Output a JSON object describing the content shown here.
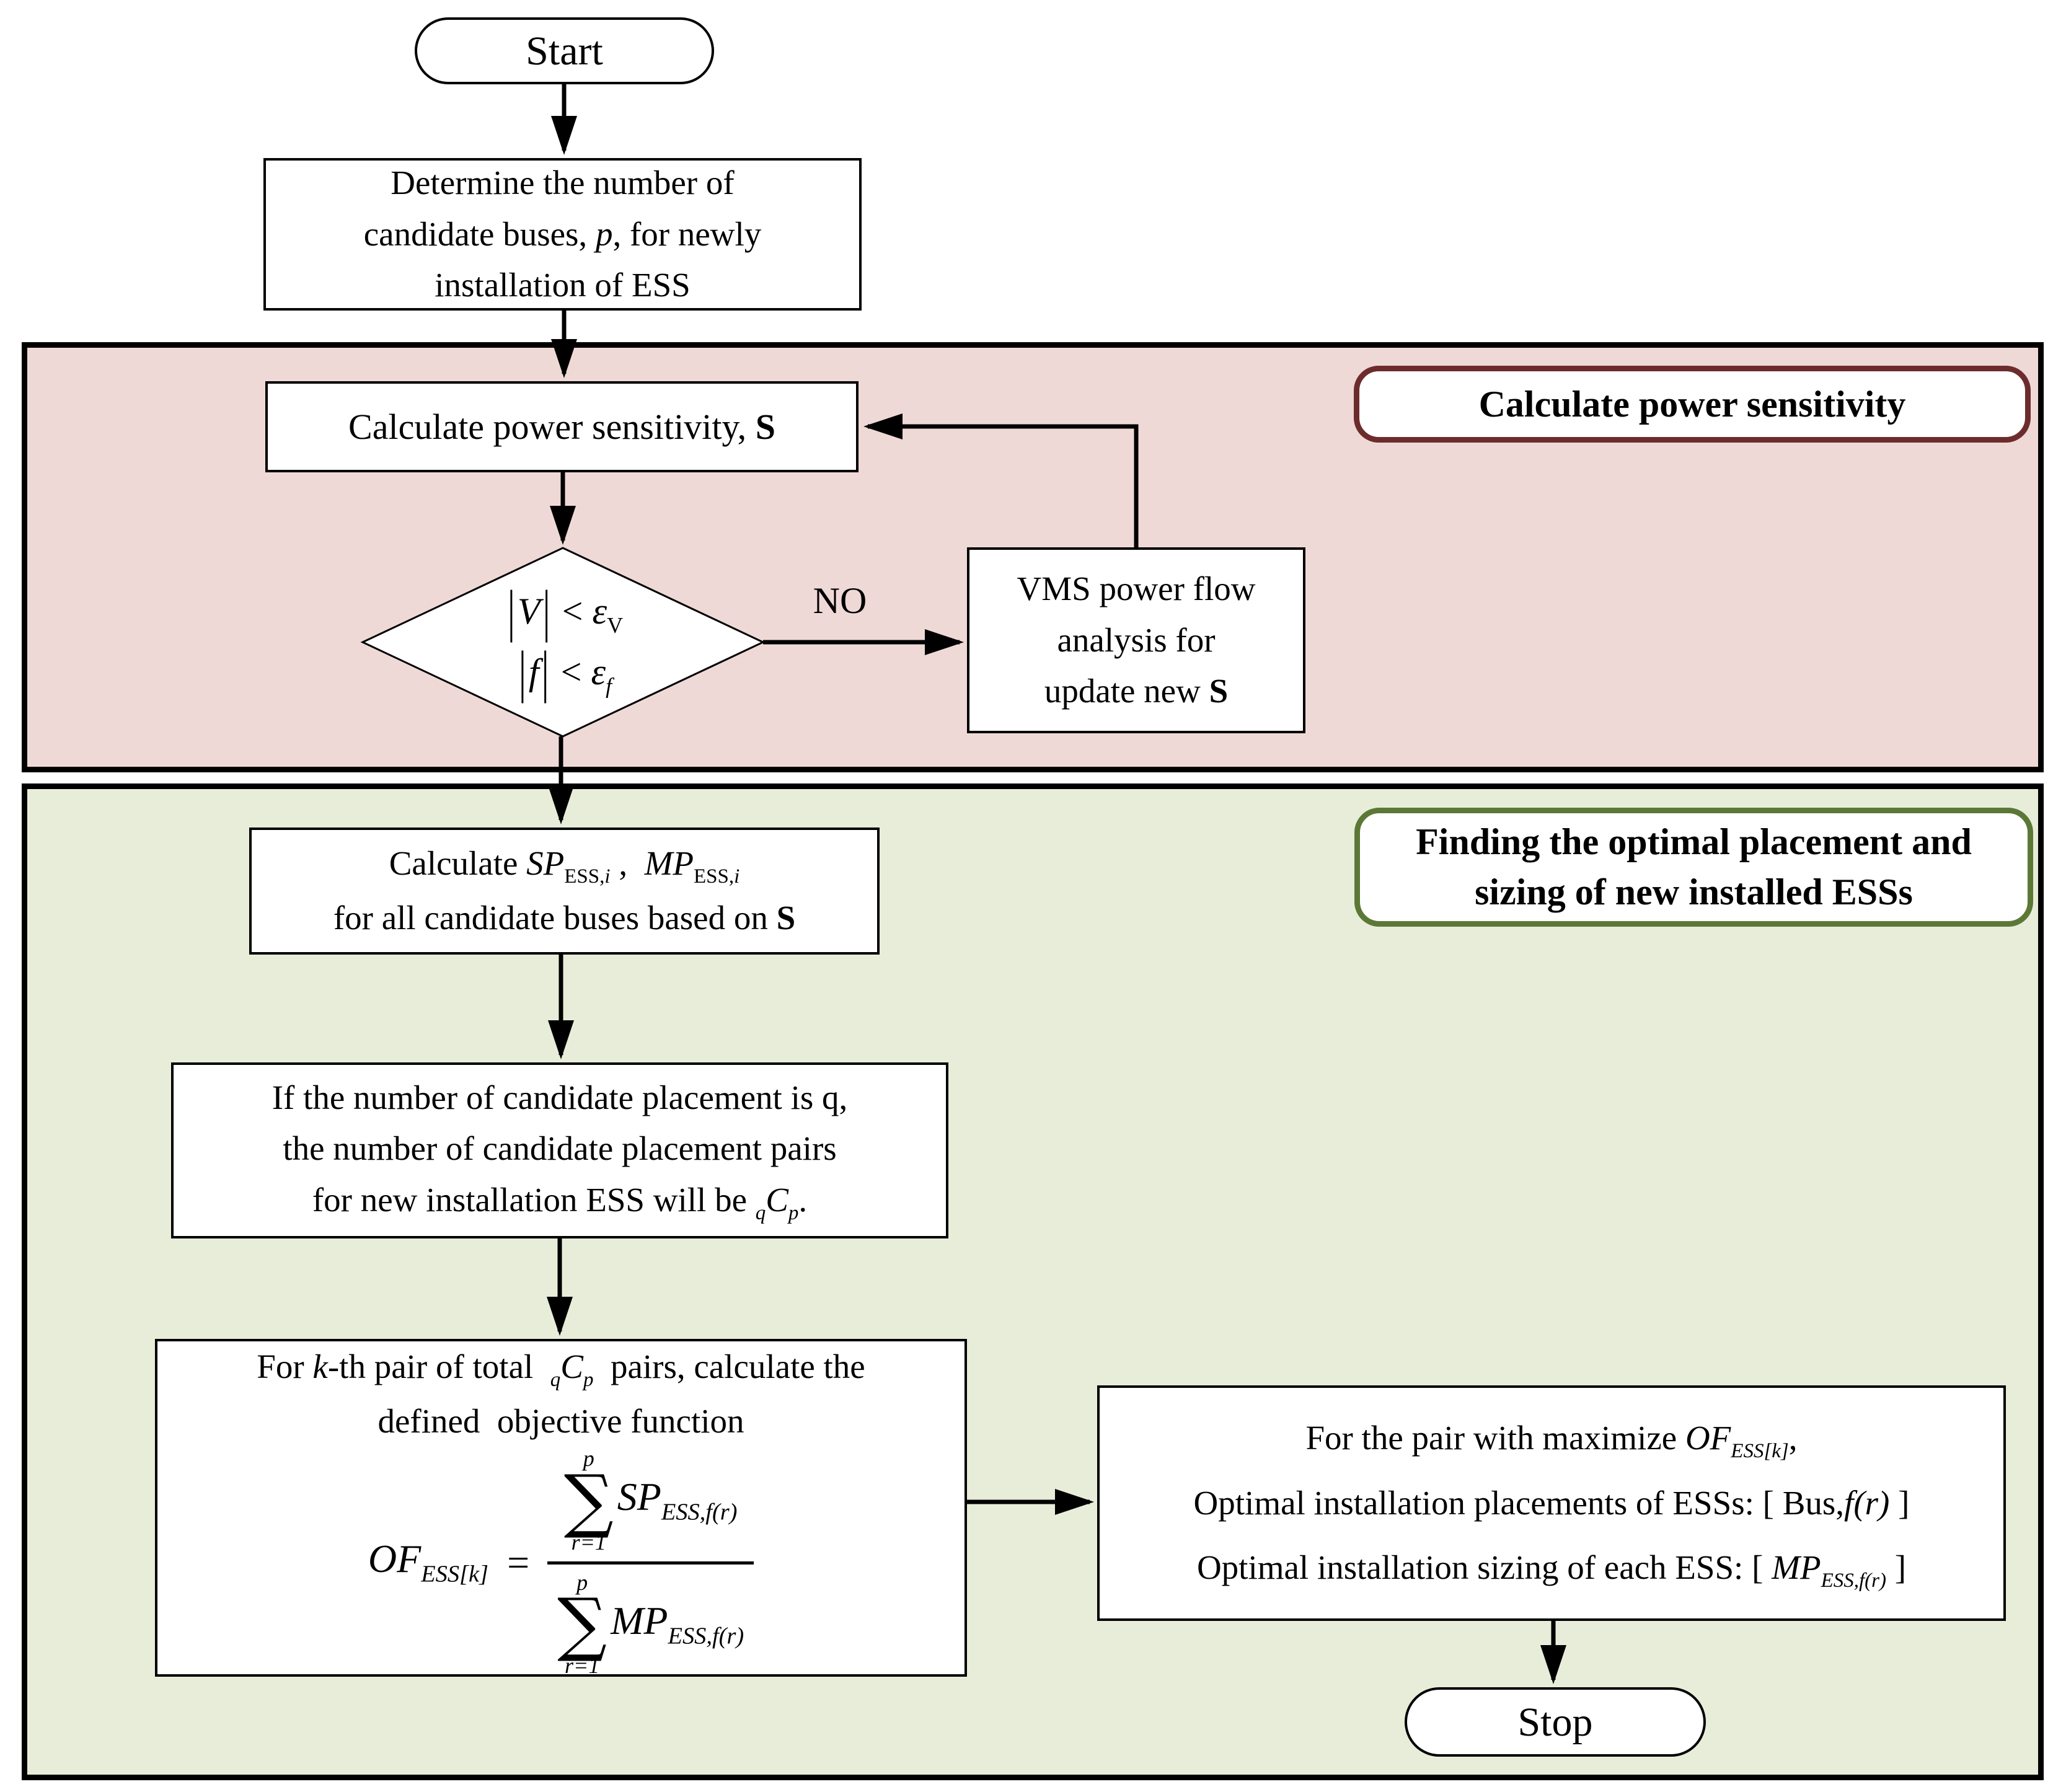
{
  "colors": {
    "pink_section_fill": "#efd9d6",
    "green_section_fill": "#e8edda",
    "pink_label_border": "#6d2c2c",
    "green_label_border": "#5c7836",
    "section_border": "#000000",
    "line_color": "#000000",
    "node_fill": "#ffffff"
  },
  "sections": {
    "pink_label": "Calculate power sensitivity",
    "green_label_line1": "Finding the optimal placement and",
    "green_label_line2": "sizing of new installed ESSs"
  },
  "start": {
    "label": "Start"
  },
  "stop": {
    "label": "Stop"
  },
  "determine": {
    "line1": "Determine the number of",
    "line2_pre": "candidate buses, ",
    "line2_p": "p",
    "line2_post": ", for newly",
    "line3": "installation of ESS"
  },
  "calc_sensitivity": {
    "text_pre": "Calculate power sensitivity, ",
    "s": "S"
  },
  "decision": {
    "bar": "|",
    "v": "V",
    "lt_v": "< ",
    "eps_v": "ε",
    "eps_v_sub": "V",
    "f": "f",
    "lt_f": "< ",
    "eps_f": "ε",
    "eps_f_sub": "f"
  },
  "no_label": "NO",
  "vms": {
    "line1": "VMS power flow",
    "line2": "analysis for",
    "line3_pre": "update new ",
    "s": "S"
  },
  "calc_sp": {
    "l1_pre": "Calculate ",
    "sp": "SP",
    "sp_sub_roman": "ESS,",
    "sp_sub_italic": "i",
    "sep": " ,  ",
    "mp": "MP",
    "mp_sub_roman": "ESS,",
    "mp_sub_italic": "i",
    "l2_pre": "for all candidate buses based on ",
    "s": "S"
  },
  "pairs": {
    "line1": "If the number of candidate placement is q,",
    "line2": "the number of candidate placement pairs",
    "line3_pre": "for new installation ESS will be ",
    "comb_presub": "q",
    "comb_base": "C",
    "comb_sub": "p",
    "period": "."
  },
  "objective": {
    "l1a": "For ",
    "k": "k",
    "l1b": "-th pair of total  ",
    "comb_presub": "q",
    "comb_base": "C",
    "comb_sub": "p",
    "l1c": "  pairs, calculate the",
    "l2": "defined  objective function",
    "of": "OF",
    "of_sub": "ESS[k]",
    "eq": "=",
    "sigma": "∑",
    "sum_sup": "p",
    "sum_sub": "r=1",
    "num_base": "SP",
    "num_sub": "ESS,f(r)",
    "den_base": "MP",
    "den_sub": "ESS,f(r)"
  },
  "result": {
    "l1a": "For the pair with maximize ",
    "of": "OF",
    "of_sub": "ESS[k]",
    "l1b": ",",
    "l2a": "Optimal installation placements of ESSs: [ Bus,",
    "l2b": "f(r)",
    "l2c": " ]",
    "l3a": "Optimal installation sizing of each ESS: [ ",
    "mp": "MP",
    "mp_sub": "ESS,f(r)",
    "l3b": " ]"
  }
}
